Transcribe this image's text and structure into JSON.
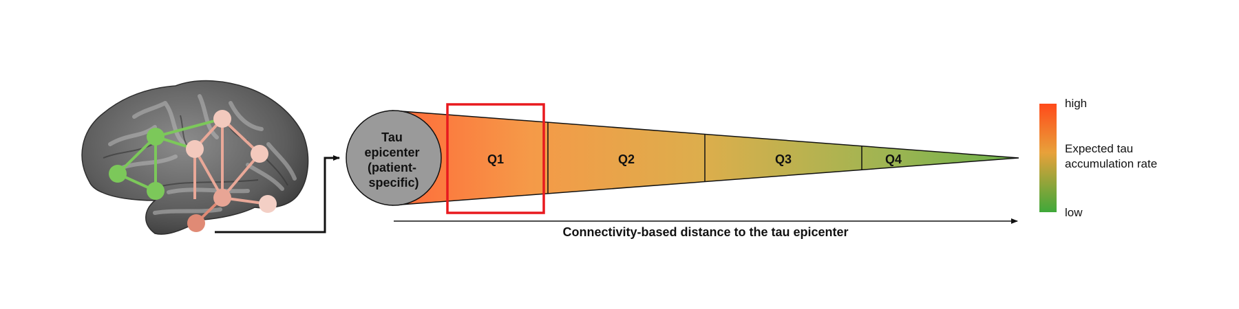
{
  "epicenter": {
    "lines": [
      "Tau",
      "epicenter",
      "(patient-",
      "specific)"
    ]
  },
  "quartiles": [
    "Q1",
    "Q2",
    "Q3",
    "Q4"
  ],
  "highlighted_quartile": "Q1",
  "axis_label": "Connectivity-based distance to the tau epicenter",
  "legend": {
    "high": "high",
    "low": "low",
    "title_lines": [
      "Expected tau",
      "accumulation rate"
    ]
  },
  "colors": {
    "high": "#ff5a1f",
    "mid": "#e0a83c",
    "low": "#3ca83a",
    "epicenter_fill": "#9a9a9a",
    "highlight_box": "#e8191e",
    "network_green": "#7cc85a",
    "network_pink": "#f3c9bd",
    "network_salmon": "#e08a75"
  }
}
